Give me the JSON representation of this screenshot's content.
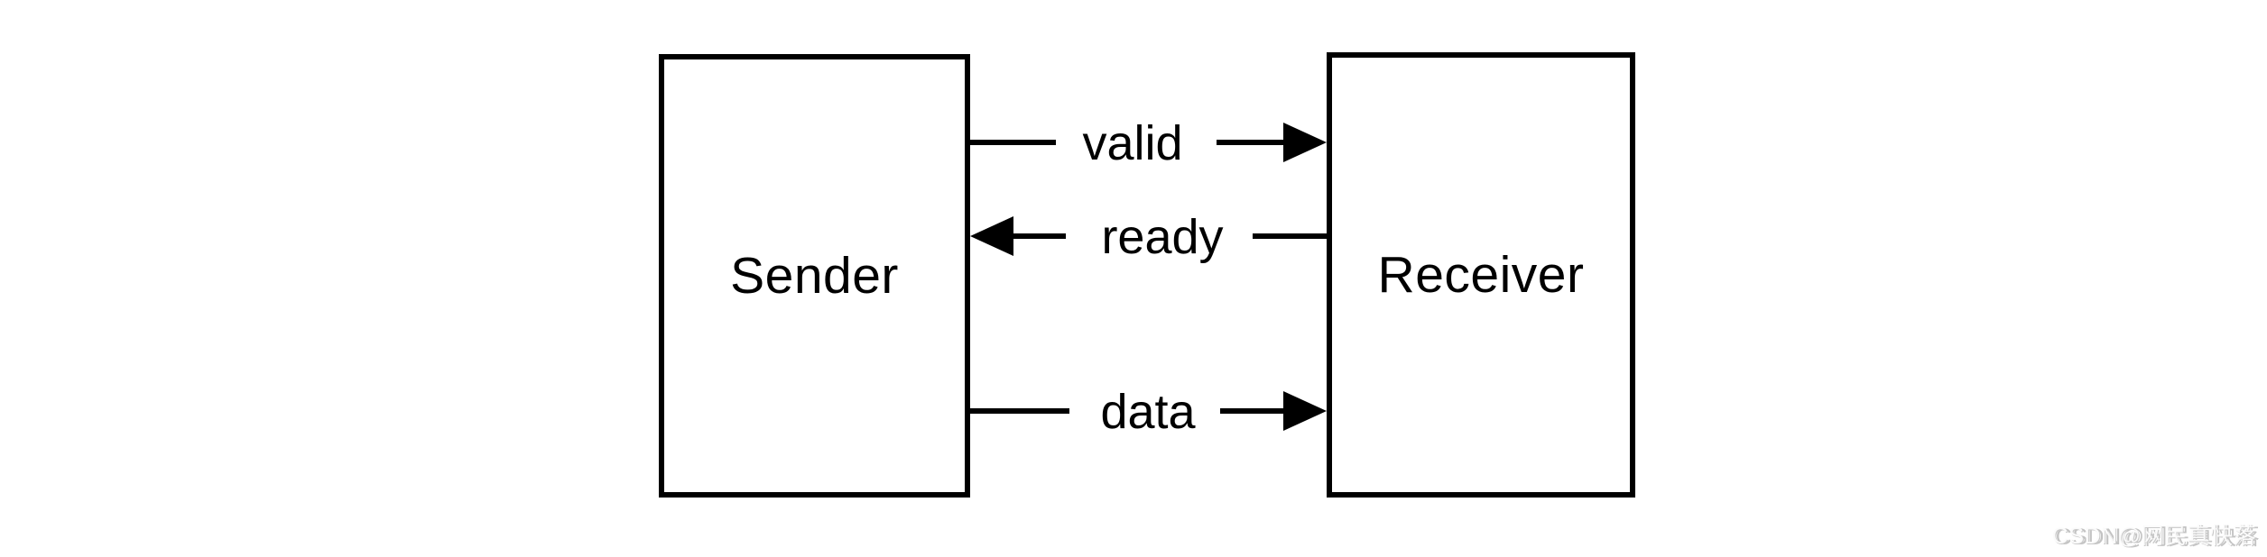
{
  "diagram": {
    "title": "valid-ready handshake block diagram",
    "background_color": "#ffffff",
    "stroke_color": "#000000",
    "nodes": [
      {
        "id": "sender",
        "label": "Sender"
      },
      {
        "id": "receiver",
        "label": "Receiver"
      }
    ],
    "signals": [
      {
        "label": "valid",
        "from": "sender",
        "to": "receiver",
        "direction": "right"
      },
      {
        "label": "ready",
        "from": "receiver",
        "to": "sender",
        "direction": "left"
      },
      {
        "label": "data",
        "from": "sender",
        "to": "receiver",
        "direction": "right"
      }
    ],
    "watermark": {
      "text": "CSDN@网民真快落",
      "color": "#b5b5b5"
    }
  }
}
